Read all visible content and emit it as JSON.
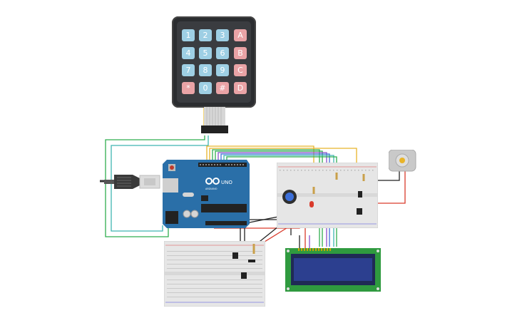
{
  "keypad": {
    "rows": [
      [
        "1",
        "2",
        "3",
        "A"
      ],
      [
        "4",
        "5",
        "6",
        "B"
      ],
      [
        "7",
        "8",
        "9",
        "C"
      ],
      [
        "*",
        "0",
        "#",
        "D"
      ]
    ]
  },
  "arduino": {
    "logo": "ARDUINO",
    "model": "UNO"
  },
  "colors": {
    "wire_green": "#2fae4f",
    "wire_yellow": "#e8b429",
    "wire_purple": "#8a4fc8",
    "wire_blue": "#3c6fd9",
    "wire_teal": "#3fb5b0",
    "wire_red": "#d93a2b",
    "wire_black": "#222222",
    "arduino_blue": "#2a6fa8",
    "lcd_screen": "#2c3f8f",
    "lcd_board": "#2f9a3f"
  }
}
